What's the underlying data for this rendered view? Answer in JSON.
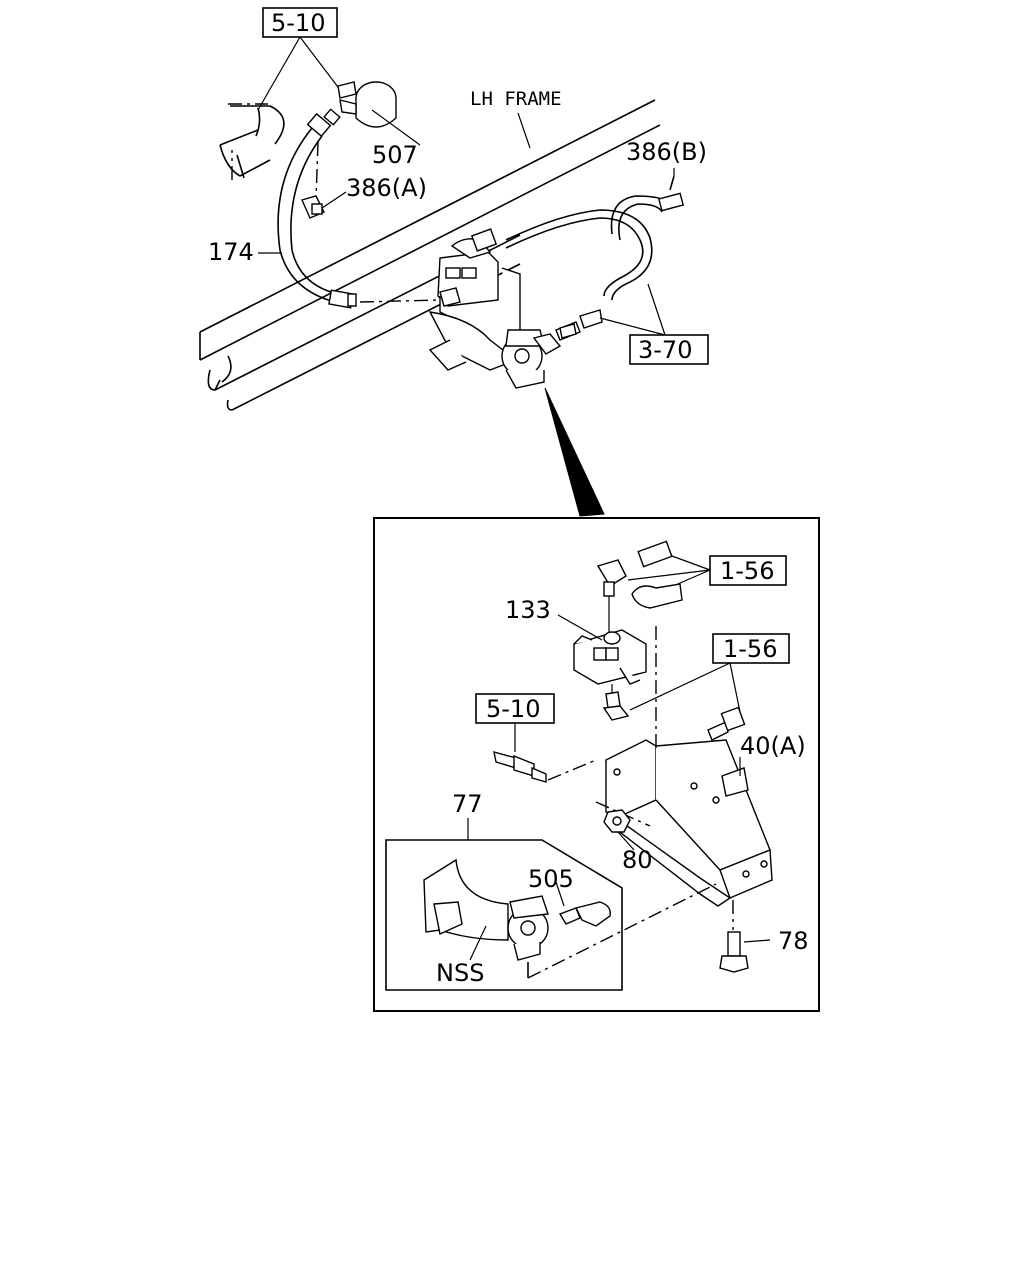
{
  "labels": {
    "ref_5_10_top": "5-10",
    "part_507": "507",
    "part_386a": "386(A)",
    "part_174": "174",
    "lh_frame": "LH FRAME",
    "part_386b": "386(B)",
    "ref_3_70": "3-70",
    "ref_1_56_a": "1-56",
    "part_133": "133",
    "ref_1_56_b": "1-56",
    "ref_5_10_detail": "5-10",
    "part_40a": "40(A)",
    "part_77": "77",
    "part_80": "80",
    "part_505": "505",
    "part_nss": "NSS",
    "part_78": "78"
  }
}
